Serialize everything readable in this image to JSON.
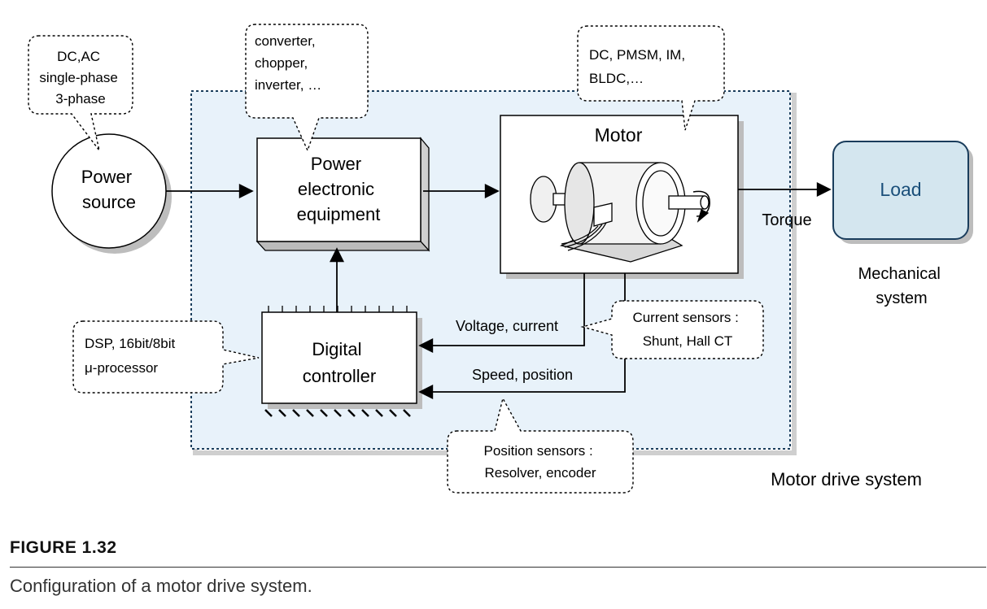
{
  "diagram": {
    "power_source_label": [
      "Power",
      "source"
    ],
    "power_source_callout": [
      "DC,AC",
      "single-phase",
      "3-phase"
    ],
    "power_electronics_label": [
      "Power",
      "electronic",
      "equipment"
    ],
    "power_electronics_callout": [
      "converter,",
      "chopper,",
      "inverter,  …"
    ],
    "motor_label": "Motor",
    "motor_callout": [
      "DC, PMSM, IM,",
      "BLDC,…"
    ],
    "load_label": "Load",
    "torque_label": "Torque",
    "mechanical_label": [
      "Mechanical",
      "system"
    ],
    "controller_label": [
      "Digital",
      "controller"
    ],
    "controller_callout": [
      "DSP, 16bit/8bit",
      "μ-processor"
    ],
    "voltage_current_label": "Voltage, current",
    "speed_position_label": "Speed, position",
    "current_sensor_callout": [
      "Current sensors :",
      "Shunt, Hall CT"
    ],
    "position_sensor_callout": [
      "Position sensors :",
      "Resolver, encoder"
    ],
    "system_label": "Motor drive system"
  },
  "caption": {
    "figure_number": "FIGURE 1.32",
    "text": "Configuration of a motor drive system."
  }
}
